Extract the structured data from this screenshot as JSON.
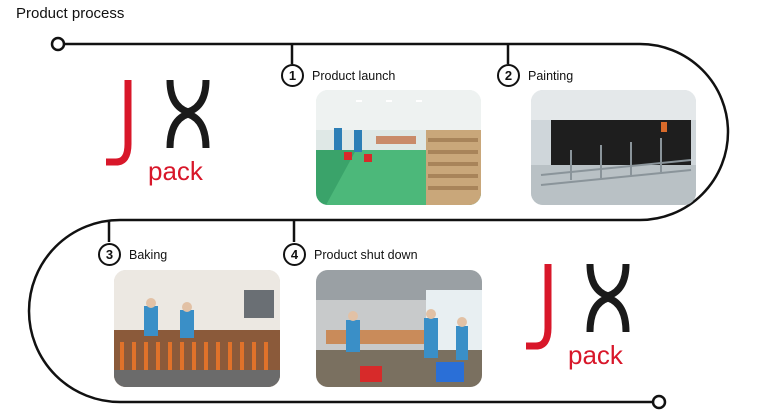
{
  "header": {
    "title": "Product process"
  },
  "logo": {
    "letters": "JX",
    "sub": "pack",
    "colors": {
      "red": "#d8172a",
      "black": "#1a1a1a"
    }
  },
  "steps": [
    {
      "number": "1",
      "label": "Product launch"
    },
    {
      "number": "2",
      "label": "Painting"
    },
    {
      "number": "3",
      "label": "Baking"
    },
    {
      "number": "4",
      "label": "Product shut down"
    }
  ]
}
